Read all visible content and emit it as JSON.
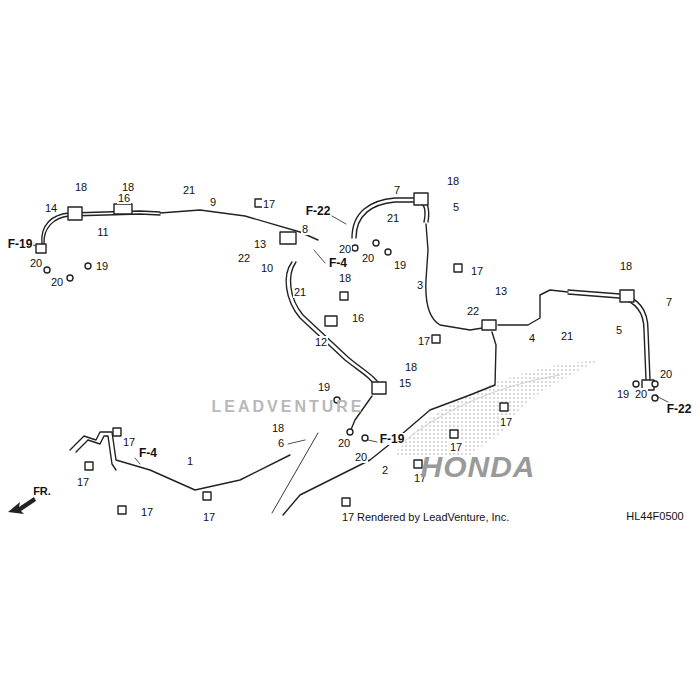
{
  "diagram": {
    "labels": [
      "18",
      "18",
      "21",
      "16",
      "14",
      "9",
      "17",
      "11",
      "F-19",
      "20",
      "20",
      "19",
      "8",
      "13",
      "22",
      "10",
      "F-4",
      "21",
      "F-22",
      "20",
      "20",
      "19",
      "7",
      "18",
      "5",
      "21",
      "3",
      "17",
      "18",
      "16",
      "12",
      "13",
      "22",
      "4",
      "21",
      "17",
      "18",
      "7",
      "5",
      "20",
      "19",
      "20",
      "F-22",
      "18",
      "15",
      "19",
      "18",
      "6",
      "20",
      "20",
      "F-19",
      "17",
      "17",
      "17",
      "2",
      "17",
      "F-4",
      "17",
      "1",
      "17",
      "17",
      "17",
      "Rendered by LeadVenture, Inc.",
      "FR.",
      "HL44F0500",
      "LEADVENTURE",
      "HONDA"
    ]
  }
}
